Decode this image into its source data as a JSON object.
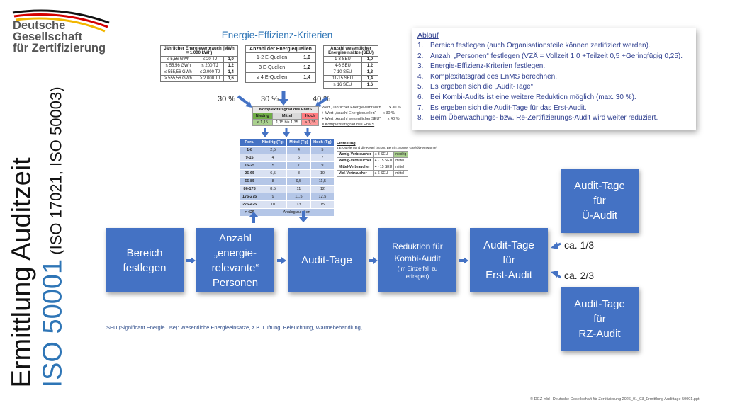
{
  "logo": {
    "line1": "Deutsche",
    "line2": "Gesellschaft",
    "line3": "für Zertifizierung"
  },
  "title": {
    "line1": "Ermittlung Auditzeit",
    "line2_main": "ISO 50001",
    "line2_sub": " (ISO 17021, ISO 50003)"
  },
  "eek_title": "Energie-Effizienz-Kriterien",
  "table1": {
    "header": "Jährlicher Energieverbrauch (MWh = 1.000 kWh)",
    "rows": [
      [
        "≤ 5,56 GWh",
        "≤ 20 TJ",
        "1,0"
      ],
      [
        "≤ 55,56 GWh",
        "≤ 200 TJ",
        "1,2"
      ],
      [
        "≤ 555,56 GWh",
        "≤ 2.000 TJ",
        "1,4"
      ],
      [
        "> 555,56 GWh",
        "> 2.000 TJ",
        "1,6"
      ]
    ]
  },
  "table2": {
    "header": "Anzahl der Energiequellen",
    "rows": [
      [
        "1-2 E-Quellen",
        "1,0"
      ],
      [
        "3 E-Quellen",
        "1,2"
      ],
      [
        "≥ 4 E-Quellen",
        "1,4"
      ]
    ]
  },
  "table3": {
    "header": "Anzahl wesentlicher Energieeinsätze (SEU)",
    "rows": [
      [
        "1-3 SEU",
        "1,0"
      ],
      [
        "4-6 SEU",
        "1,2"
      ],
      [
        "7-10 SEU",
        "1,3"
      ],
      [
        "11-15 SEU",
        "1,4"
      ],
      [
        "≥ 16 SEU",
        "1,6"
      ]
    ]
  },
  "pct": {
    "p1": "30 %",
    "p2": "30 %",
    "p3": "40 %"
  },
  "complexity": {
    "header": "Komplexitätsgrad des EnMS",
    "cols": [
      "Niedrig",
      "Mittel",
      "Hoch"
    ],
    "vals": [
      "< 1,15",
      "1,15 bis 1,35",
      "> 1,35"
    ],
    "colors": {
      "low": "#70ad47",
      "mid": "#d9d9d9",
      "high": "#ff7c80"
    }
  },
  "notes": {
    "l1": "Wert „Jährlicher Energieverbrauch“",
    "l1v": "x 30 %",
    "l2": "+ Wert „Anzahl Energiequellen“",
    "l2v": "x 30 %",
    "l3": "+ Wert „Anzahl wesentlicher SEU“",
    "l3v": "x 40 %",
    "l4": "= Komplexitätsgrad des EnMS"
  },
  "auditdays": {
    "headers": [
      "Pers.",
      "Niedrig (Tg)",
      "Mittel (Tg)",
      "Hoch (Tg)"
    ],
    "rows": [
      [
        "1-8",
        "2,5",
        "4",
        "5"
      ],
      [
        "9-15",
        "4",
        "6",
        "7"
      ],
      [
        "16-25",
        "5",
        "7",
        "9"
      ],
      [
        "26-65",
        "6,5",
        "8",
        "10"
      ],
      [
        "66-85",
        "8",
        "9,5",
        "11,5"
      ],
      [
        "86-175",
        "8,5",
        "11",
        "12"
      ],
      [
        "176-275",
        "9",
        "11,5",
        "12,5"
      ],
      [
        "276-425",
        "10",
        "13",
        "15"
      ]
    ],
    "last": [
      "> 425",
      "Analog zu oben"
    ]
  },
  "classification": {
    "title": "Einteilung",
    "subtitle": "4 E-Quellen sind die Regel (Strom, Benzin, Sonne, Gas/Öl/Fernwärme)",
    "rows": [
      [
        "Wenig-Verbraucher",
        "≤ 3 SEU",
        "niedrig"
      ],
      [
        "Wenig-Verbraucher",
        "4 - 15 SEU",
        "mittel"
      ],
      [
        "Mittel-Verbraucher",
        "4 - 15 SEU",
        "mittel"
      ],
      [
        "Viel-Verbraucher",
        "≥ 6 SEU",
        "mittel"
      ]
    ]
  },
  "ablauf": {
    "heading": "Ablauf",
    "items": [
      {
        "n": "1.",
        "t": "Bereich festlegen (auch Organisationsteile können zertifiziert werden)."
      },
      {
        "n": "2.",
        "t": "Anzahl „Personen“ festlegen (VZÄ = Vollzeit 1,0 +Teilzeit 0,5 +Geringfügig 0,25)."
      },
      {
        "n": "3.",
        "t": "Energie-Effizienz-Kriterien festlegen."
      },
      {
        "n": "4.",
        "t": "Komplexitätsgrad des EnMS berechnen."
      },
      {
        "n": "5.",
        "t": "Es ergeben sich die „Audit-Tage“."
      },
      {
        "n": "6.",
        "t": "Bei Kombi-Audits ist eine weitere Reduktion möglich (max. 30 %)."
      },
      {
        "n": "7.",
        "t": "Es ergeben sich die Audit-Tage für das Erst-Audit."
      },
      {
        "n": "8.",
        "t": "Beim Überwachungs- bzw. Re-Zertifizierungs-Audit wird weiter reduziert."
      }
    ]
  },
  "boxes": {
    "b1": "Bereich\nfestlegen",
    "b2": "Anzahl\n„energie-\nrelevante“\nPersonen",
    "b3": "Audit-Tage",
    "b4a": "Reduktion für\nKombi-Audit",
    "b4b": "(Im Einzelfall zu\nerfragen)",
    "b5": "Audit-Tage\nfür\nErst-Audit",
    "b6": "Audit-Tage\nfür\nÜ-Audit",
    "b7": "Audit-Tage\nfür\nRZ-Audit"
  },
  "ca": {
    "c1": "ca. 1/3",
    "c2": "ca. 2/3"
  },
  "footnote": "SEU (Significant Energie Use): Wesentliche Energieeinsätze, z.B. Lüftung, Beleuchtung, Wärmebehandlung, …",
  "copyright": "© DGZ mbH Deutsche Gesellschaft für Zertifizierung   2026_01_03_Ermittlung Audittage 50001.ppt"
}
